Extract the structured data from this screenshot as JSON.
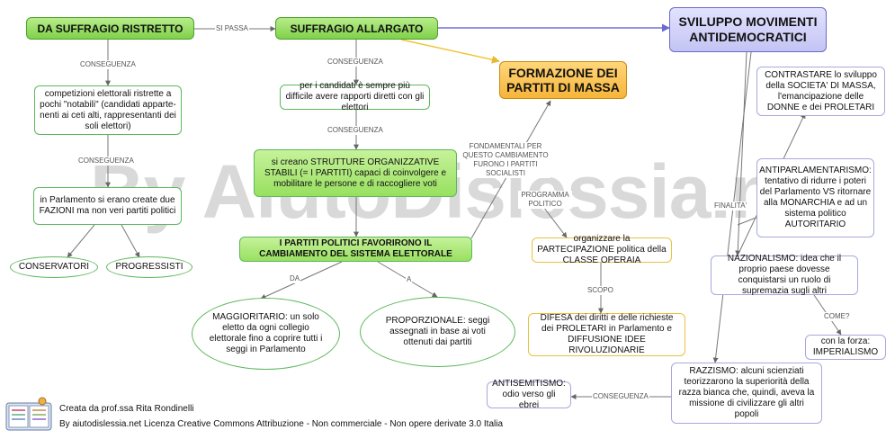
{
  "watermark": "By AiutoDislessia.net",
  "nodes": {
    "suffragio_ristretto": "DA SUFFRAGIO RISTRETTO",
    "suffragio_allargato": "SUFFRAGIO ALLARGATO",
    "movimenti_antidemocratici": "SVILUPPO MOVIMENTI ANTIDEMOCRATICI",
    "formazione_partiti": "FORMAZIONE DEI PARTITI DI MASSA",
    "competizioni": "competizioni elettorali ristrette a pochi \"notabili\" (candidati apparte-nenti ai ceti alti, rappresentanti dei soli elettori)",
    "rapporti_elettori": "per i candidati è sempre più difficile avere rapporti diretti con gli elettori",
    "strutture": "si creano STRUTTURE ORGANIZZATIVE STABILI (= I PARTITI) capaci di coinvolgere e mobilitare le persone e di raccogliere voti",
    "fazioni": "in Parlamento si erano create due FAZIONI ma non veri partiti politici",
    "conservatori": "CONSERVATORI",
    "progressisti": "PROGRESSISTI",
    "partiti_favorirono": "I PARTITI POLITICI FAVORIRONO IL CAMBIAMENTO DEL SISTEMA ELETTORALE",
    "maggioritario": "MAGGIORITARIO: un solo eletto da ogni collegio elettorale fino a coprire tutti i seggi in Parlamento",
    "proporzionale": "PROPORZIONALE: seggi assegnati in base ai voti ottenuti dai partiti",
    "partecipazione": "organizzare la PARTECIPAZIONE politica della CLASSE OPERAIA",
    "difesa": "DIFESA dei diritti e delle richieste dei PROLETARI in Parlamento e DIFFUSIONE IDEE RIVOLUZIONARIE",
    "contrastare": "CONTRASTARE lo sviluppo della SOCIETA' DI MASSA, l'emancipazione delle DONNE e dei PROLETARI",
    "antiparlamentarismo": "ANTIPARLAMENTARISMO: tentativo di ridurre i poteri del Parlamento VS ritornare alla MONARCHIA e ad un sistema politico AUTORITARIO",
    "nazionalismo": "NAZIONALISMO: idea che il proprio paese dovesse conquistarsi un ruolo di supremazia sugli altri",
    "imperialismo": "con la forza: IMPERIALISMO",
    "razzismo": "RAZZISMO: alcuni scienziati teorizzarono la superiorità della razza bianca che, quindi, aveva la missione di civilizzare gli altri popoli",
    "antisemitismo": "ANTISEMITISMO: odio verso gli ebrei"
  },
  "labels": {
    "si_passa": "SI PASSA",
    "conseguenza_1": "CONSEGUENZA",
    "conseguenza_2": "CONSEGUENZA",
    "conseguenza_3": "CONSEGUENZA",
    "conseguenza_4": "CONSEGUENZA",
    "conseguenza_5": "CONSEGUENZA",
    "fondamentali": "FONDAMENTALI PER QUESTO CAMBIAMENTO FURONO I PARTITI SOCIALISTI",
    "programma": "PROGRAMMA POLITICO",
    "da": "DA",
    "a": "A",
    "scopo": "SCOPO",
    "finalita": "FINALITA'",
    "come": "COME?"
  },
  "footer": {
    "line1": "Creata da prof.ssa Rita Rondinelli",
    "line2": "By aiutodislessia.net Licenza Creative Commons Attribuzione - Non commerciale - Non opere derivate 3.0 Italia"
  },
  "colors": {
    "green_line": "#9aa0a6",
    "purple_line": "#7070d8",
    "yellow_line": "#f0c53c",
    "dark_line": "#555555"
  },
  "icons": [
    "book-logo-icon"
  ]
}
